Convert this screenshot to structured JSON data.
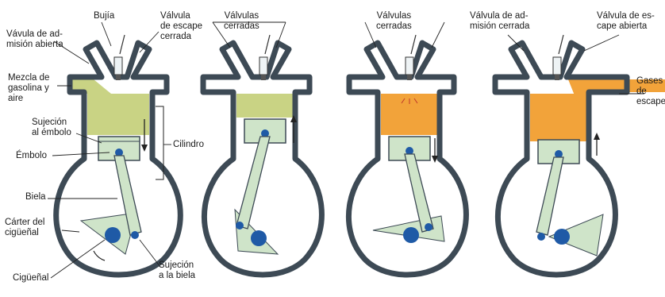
{
  "labels": {
    "bujia": "Bujía",
    "valvula_escape_cerrada": "Válvula\nde escape\ncerrada",
    "valvula_admision_abierta": "Vávula de ad-\nmisión abierta",
    "mezcla": "Mezcla de\ngasolina y\naire",
    "sujecion_embolo": "Sujeción\nal émbolo",
    "cilindro": "Cilindro",
    "embolo": "Émbolo",
    "biela": "Biela",
    "carter": "Cárter del\ncigüeñal",
    "ciguenal": "Cigüeñal",
    "sujecion_biela": "Sujeción\na la biela",
    "valvulas_cerradas_1": "Válvulas\ncerradas",
    "valvulas_cerradas_2": "Válvulas\ncerradas",
    "valvula_admision_cerrada": "Válvula de ad-\nmisión cerrada",
    "valvula_escape_abierta": "Válvula de es-\ncape abierta",
    "gases_escape": "Gases\nde\nescape"
  },
  "colors": {
    "outline": "#3d4a55",
    "mixture": "#c9d384",
    "burning": "#f2a33a",
    "piston": "#cfe4c9",
    "crank": "#1f5aa6",
    "background": "#ffffff"
  }
}
